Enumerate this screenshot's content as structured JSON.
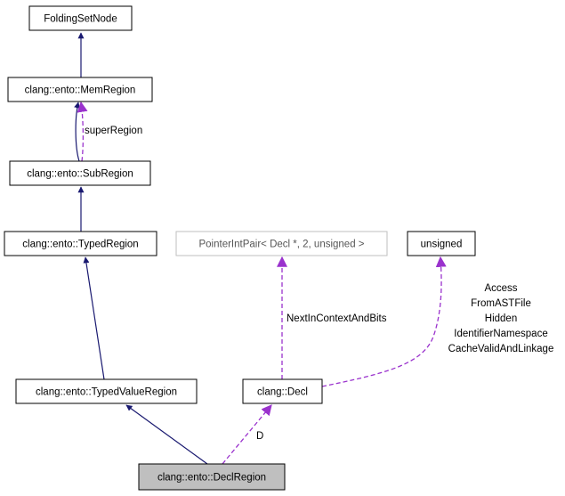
{
  "colors": {
    "inherit_edge": "#191970",
    "usage_edge": "#9a32cd",
    "node_border": "#000000",
    "ghost_border": "#bfbfbf",
    "focus_fill": "#bfbfbf",
    "node_fill": "#ffffff"
  },
  "nodes": {
    "folding_set_node": "FoldingSetNode",
    "mem_region": "clang::ento::MemRegion",
    "sub_region": "clang::ento::SubRegion",
    "typed_region": "clang::ento::TypedRegion",
    "typed_value_region": "clang::ento::TypedValueRegion",
    "decl_region": "clang::ento::DeclRegion",
    "pointer_int_pair": "PointerIntPair< Decl *, 2, unsigned >",
    "unsigned": "unsigned",
    "decl": "clang::Decl"
  },
  "edge_labels": {
    "super_region": "superRegion",
    "next_in_context": "NextInContextAndBits",
    "d": "D",
    "bitfields": [
      "Access",
      "FromASTFile",
      "Hidden",
      "IdentifierNamespace",
      "CacheValidAndLinkage"
    ]
  }
}
